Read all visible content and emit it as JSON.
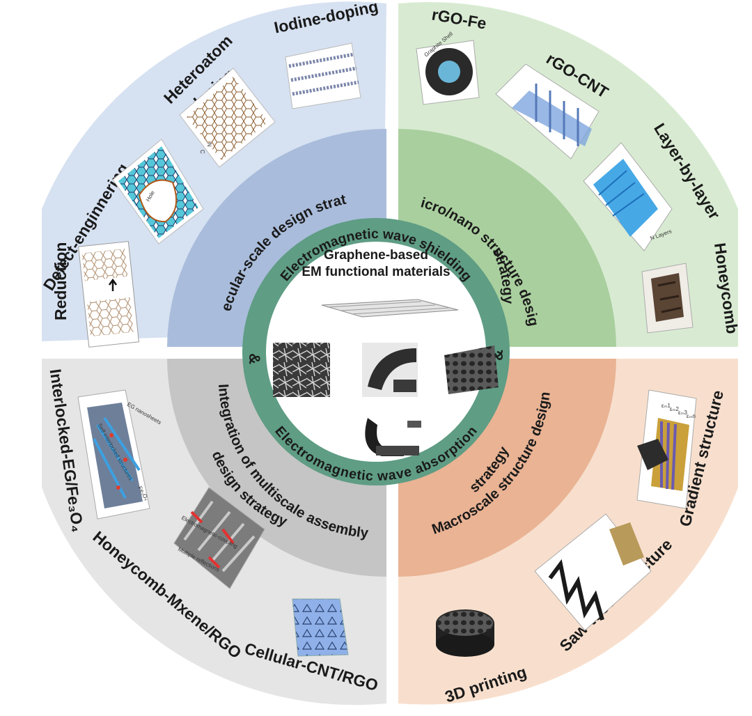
{
  "center": {
    "title_line1": "Graphene-based",
    "title_line2": "EM functional materials"
  },
  "ring": {
    "top": "Electromagnetic wave shielding",
    "bottom": "Electromagnetic wave absorption",
    "amp_left": "&",
    "amp_right": "&"
  },
  "strategies": {
    "molecular": "Molecular-scale design strategy",
    "micro_line1": "Micro/nano structure design",
    "micro_line2": "strategy",
    "macro_line1": "Macroscale structure design",
    "macro_line2": "strategy",
    "multiscale_line1": "Integration of multiscale assembly",
    "multiscale_line2": "design strategy"
  },
  "examples": {
    "reduction": "Reduction",
    "defect": "Defect-enginnering",
    "heteroatom_line1": "Heteroatom",
    "heteroatom_line2": "doping",
    "iodine": "Iodine-doping",
    "rgo_fe": "rGO-Fe",
    "rgo_cnt": "rGO-CNT",
    "layer": "Layer-by-layer",
    "honeycomb": "Honeycomb",
    "gradient": "Gradient structure",
    "sawtooth": "Saw-tooth structure",
    "printing": "3D printing",
    "cellular": "Cellular-CNT/RGO",
    "honeycomb_mxene": "Honeycomb-Mxene/RGO",
    "interlocked": "Interlocked-EG/Fe₃O₄"
  },
  "image_labels": {
    "hole": "Hole",
    "graphite_shell": "Graphite Shell",
    "eg_nanosheets": "EG nanosheets",
    "self_interlocked": "Self-interlocked structures",
    "fe3o4": "Fe₃O₄",
    "em_coupling": "Electromagnetic-coupling",
    "multiple_reflections": "Multiple reflections",
    "n_layers": "N Layers",
    "c_label": "C",
    "n_label": "N",
    "eps1": "εₘ1",
    "eps2": "εₘ2",
    "eps3": "εₘ3",
    "epsn": "εₘn"
  },
  "colors": {
    "blue_outer": "#d6e1f1",
    "blue_inner": "#a9bcdb",
    "green_outer": "#d8ebd2",
    "green_inner": "#a9cf9e",
    "orange_outer": "#f8dfcd",
    "orange_inner": "#e9b394",
    "gray_outer": "#e5e5e5",
    "gray_inner": "#c5c5c5",
    "teal_ring": "#5f9d84"
  }
}
